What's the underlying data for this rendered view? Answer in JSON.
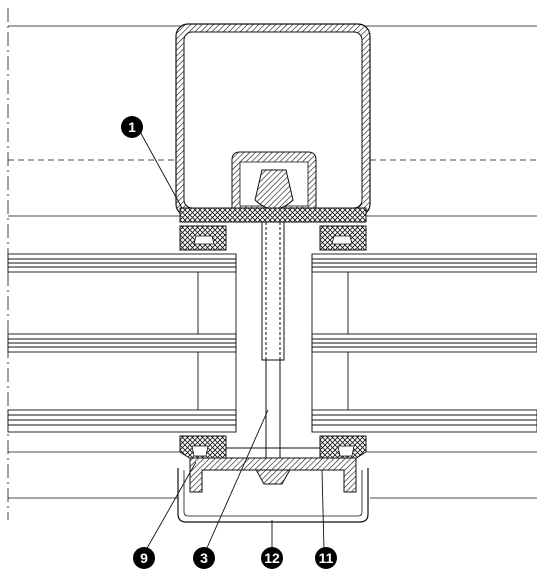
{
  "callouts": [
    {
      "id": "c1",
      "number": "1"
    },
    {
      "id": "c9",
      "number": "9"
    },
    {
      "id": "c3",
      "number": "3"
    },
    {
      "id": "c12",
      "number": "12"
    },
    {
      "id": "c11",
      "number": "11"
    }
  ],
  "colors": {
    "line": "#111111",
    "callout_fill": "#000000",
    "callout_text": "#ffffff"
  }
}
